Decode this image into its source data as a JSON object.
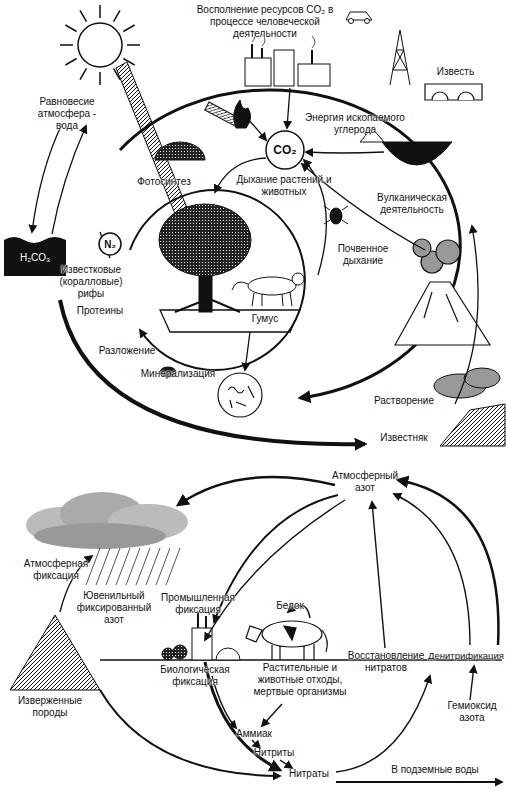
{
  "diagram": {
    "nodes": [
      {
        "text": [
          "CO₂"
        ]
      },
      {
        "text": [
          "N₂"
        ]
      }
    ],
    "labels": [
      "Восполнение ресурсов CO₂ в процессе человеческой деятельности",
      "Известь",
      "Равновесие атмосфера - вода",
      "Энергия ископаемого углерода",
      "Фотосинтез",
      "H₂CO₃",
      "Известковые (коралловые) рифы",
      "Дыхание растений и животных",
      "Вулканическая деятельность",
      "Протеины",
      "Почвенное дыхание",
      "Гумус",
      "Разложение",
      "Растворение",
      "Минерализация",
      "Известняк",
      "Атмосферный азот",
      "Атмосферная фиксация",
      "Ювенильный фиксированный азот",
      "Промышленная фиксация",
      "Белок",
      "Изверженные породы",
      "Биологическая фиксация",
      "Растительные и животные отходы, мертвые организмы",
      "Восстановление нитратов",
      "Денитрификация",
      "Гемиоксид азота",
      "Аммиак",
      "Нитриты",
      "Нитраты",
      "В подземные воды"
    ]
  }
}
